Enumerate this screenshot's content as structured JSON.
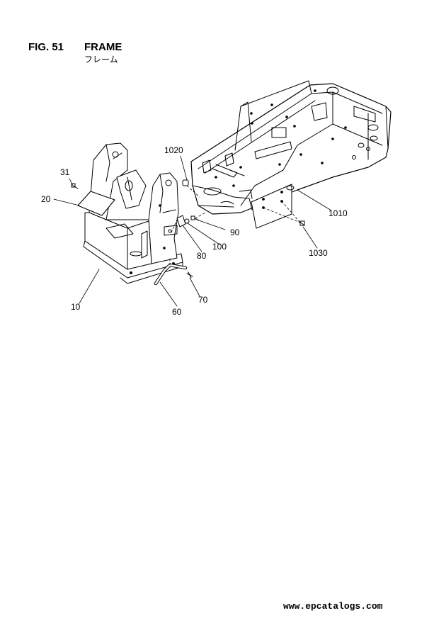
{
  "header": {
    "figure_number": "FIG. 51",
    "title": "FRAME",
    "subtitle": "フレーム"
  },
  "diagram": {
    "parts": [
      {
        "key": "p31",
        "label": "31",
        "depicts": "bolt"
      },
      {
        "key": "p20",
        "label": "20",
        "depicts": "cover-plate"
      },
      {
        "key": "p10",
        "label": "10",
        "depicts": "front-frame"
      },
      {
        "key": "p60",
        "label": "60",
        "depicts": "pipe"
      },
      {
        "key": "p70",
        "label": "70",
        "depicts": "clip"
      },
      {
        "key": "p80",
        "label": "80",
        "depicts": "plate"
      },
      {
        "key": "p100",
        "label": "100",
        "depicts": "washer"
      },
      {
        "key": "p90",
        "label": "90",
        "depicts": "bolt"
      },
      {
        "key": "p1020",
        "label": "1020",
        "depicts": "stopper"
      },
      {
        "key": "p1010",
        "label": "1010",
        "depicts": "main-frame"
      },
      {
        "key": "p1030",
        "label": "1030",
        "depicts": "bolt"
      }
    ]
  },
  "footer": {
    "url": "www.epcatalogs.com"
  }
}
